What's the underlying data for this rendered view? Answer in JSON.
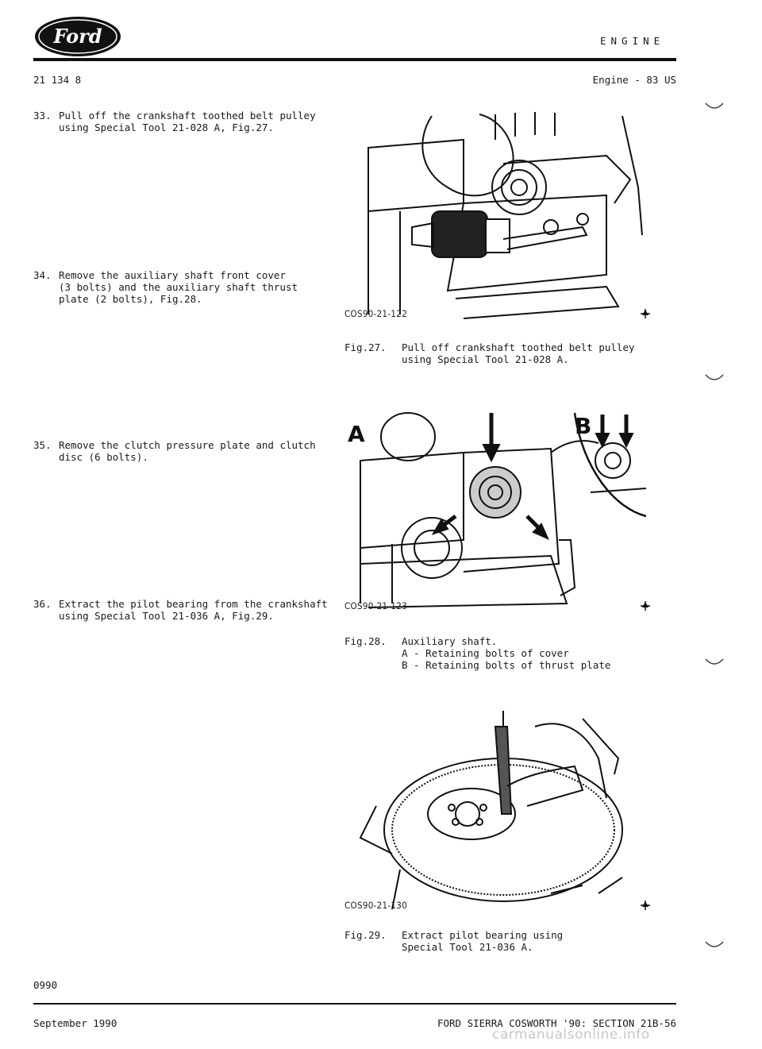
{
  "header": {
    "logo_text": "Ford",
    "section_title": "ENGINE",
    "doc_number": "21 134 8",
    "page_header": "Engine - 83 US"
  },
  "steps": [
    {
      "num": "33.",
      "text": "Pull off the crankshaft toothed belt pulley\nusing Special Tool 21-028 A, Fig.27."
    },
    {
      "num": "34.",
      "text": "Remove the auxiliary shaft front cover\n(3 bolts) and the auxiliary shaft thrust\nplate (2 bolts), Fig.28."
    },
    {
      "num": "35.",
      "text": "Remove the clutch pressure plate and clutch\ndisc (6 bolts)."
    },
    {
      "num": "36.",
      "text": "Extract the pilot bearing from the crankshaft\nusing Special Tool 21-036 A, Fig.29."
    }
  ],
  "figures": [
    {
      "code": "COS90-21-122",
      "label": "Fig.27.",
      "caption": "Pull off crankshaft toothed belt pulley\nusing Special Tool 21-028 A."
    },
    {
      "code": "COS90-21-123",
      "label": "Fig.28.",
      "caption": "Auxiliary shaft.\nA - Retaining bolts of cover\nB - Retaining bolts of thrust plate",
      "callout_a": "A",
      "callout_b": "B"
    },
    {
      "code": "COS90-21-130",
      "label": "Fig.29.",
      "caption": "Extract pilot bearing using\nSpecial Tool 21-036 A."
    }
  ],
  "footer": {
    "code": "0990",
    "date": "September 1990",
    "section": "FORD SIERRA COSWORTH '90: SECTION 21B-56",
    "watermark": "carmanualsonline.info"
  }
}
